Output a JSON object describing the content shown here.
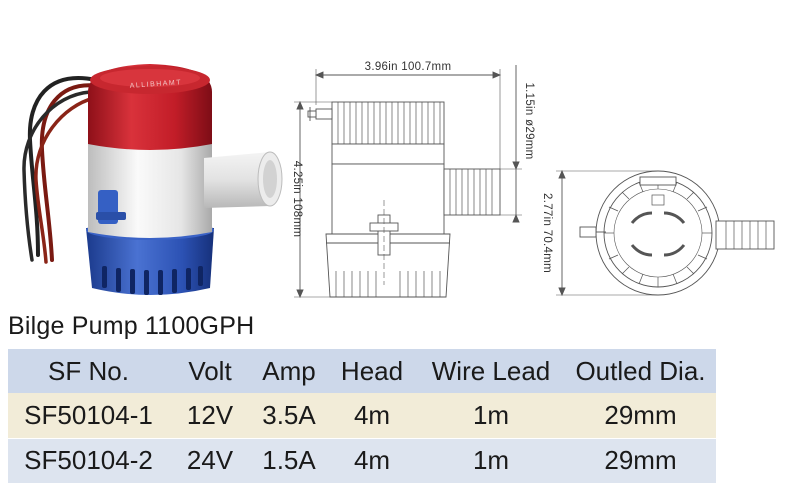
{
  "photo": {
    "label_text": "ALLIBHAMT"
  },
  "drawings": {
    "width_dim": "3.96in 100.7mm",
    "height_dim": "4.25in 108mm",
    "outlet_dim": "1.15in ø29mm",
    "base_dim": "2.77in 70.4mm"
  },
  "product_title": "Bilge Pump 1100GPH",
  "table": {
    "headers": [
      "SF No.",
      "Volt",
      "Amp",
      "Head",
      "Wire Lead",
      "Outled Dia."
    ],
    "rows": [
      [
        "SF50104-1",
        "12V",
        "3.5A",
        "4m",
        "1m",
        "29mm"
      ],
      [
        "SF50104-2",
        "24V",
        "1.5A",
        "4m",
        "1m",
        "29mm"
      ]
    ]
  },
  "colors": {
    "pump_red": "#c8202c",
    "pump_white": "#eeeeee",
    "pump_blue": "#2f56b8",
    "header_bg": "#cdd8ea",
    "row1_bg": "#f2ecd8",
    "row2_bg": "#dde4ef"
  }
}
